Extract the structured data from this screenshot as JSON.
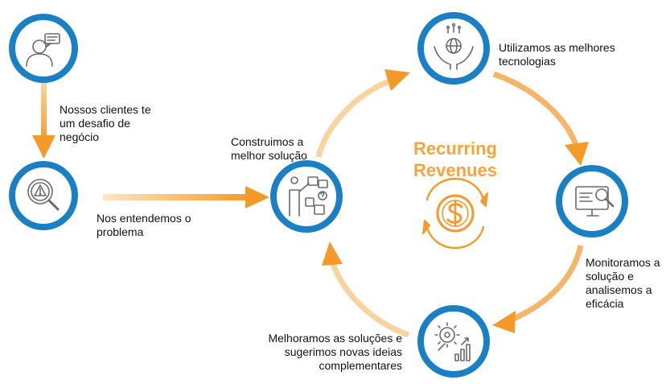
{
  "colors": {
    "circle_ring": "#1b7fc4",
    "arrow": "#f39a2b",
    "arrow_light": "#fbd8a8",
    "icon_stroke": "#6b6b6b",
    "center_text": "#f5a53a",
    "label_text": "#111111"
  },
  "nodes": [
    {
      "id": "clients",
      "icon": "user-speech-icon",
      "label": "Nossos clientes te\num desafio de\nnegócio"
    },
    {
      "id": "understand",
      "icon": "magnifier-warning-icon",
      "label": "Nos entendemos o\nproblema"
    },
    {
      "id": "build",
      "icon": "builder-puzzle-icon",
      "label": "Construimos a\nmelhor solução"
    },
    {
      "id": "technology",
      "icon": "hands-globe-icon",
      "label": "Utilizamos as melhores\ntecnologias"
    },
    {
      "id": "monitor",
      "icon": "monitor-search-icon",
      "label": "Monitoramos a\nsolução e\nanalisemos a\neficácia"
    },
    {
      "id": "improve",
      "icon": "gear-chart-icon",
      "label": "Melhoramos as soluções e\nsugerimos novas ideias\ncomplementares"
    }
  ],
  "center": {
    "title": "Recurring\nRevenues",
    "icon": "dollar-cycle-icon"
  },
  "edges": [
    {
      "from": "clients",
      "to": "understand"
    },
    {
      "from": "understand",
      "to": "build"
    },
    {
      "from": "build",
      "to": "technology"
    },
    {
      "from": "technology",
      "to": "monitor"
    },
    {
      "from": "monitor",
      "to": "improve"
    },
    {
      "from": "improve",
      "to": "build"
    }
  ]
}
